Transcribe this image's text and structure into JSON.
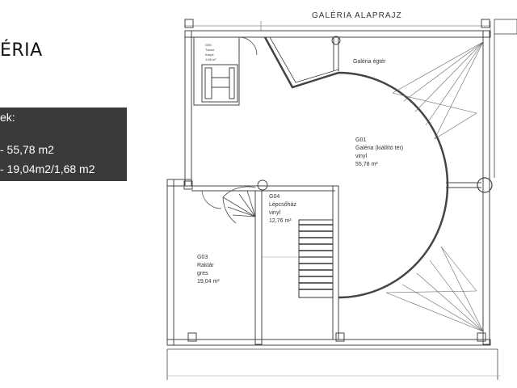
{
  "page": {
    "heading_fragment": "ÉRIA"
  },
  "info_panel": {
    "label": "ek:",
    "line1": "-  55,78 m2",
    "line2": "-  19,04m2/1,68 m2"
  },
  "plan": {
    "title": "GALÉRIA ALAPRAJZ",
    "small_room_lines": [
      "G05",
      "Tároló",
      "Kárpit",
      "1,68 m²"
    ],
    "balcony_label": "Galéria égtér",
    "rooms": [
      {
        "id": "G01",
        "name": "Galéria (kiállító tér)",
        "floor": "vinyl",
        "area": "55,78 m²"
      },
      {
        "id": "G04",
        "name": "Lépcsőház",
        "floor": "vinyl",
        "area": "12,76 m²"
      },
      {
        "id": "G03",
        "name": "Raktár",
        "floor": "gres",
        "area": "19,04 m²"
      }
    ]
  }
}
